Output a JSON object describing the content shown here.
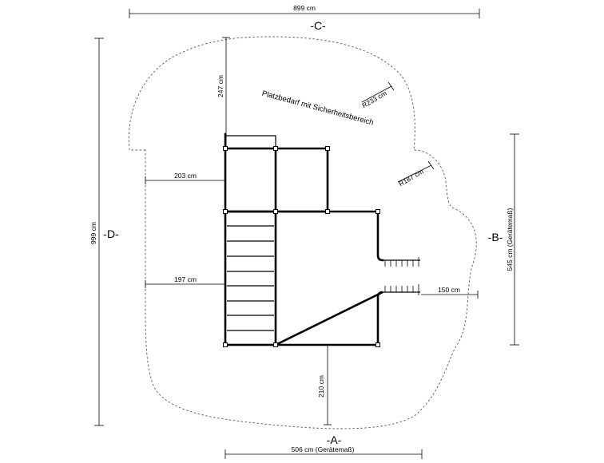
{
  "dimensions": {
    "top_width": "899 cm",
    "left_height": "999 cm",
    "right_height": "545 cm (Gerätemaß)",
    "bottom_width": "506 cm (Gerätemaß)",
    "top_clearance": "247 cm",
    "left_upper_clearance": "203 cm",
    "left_lower_clearance": "197 cm",
    "right_clearance": "150 cm",
    "bottom_clearance": "210 cm",
    "radius_upper": "R233 cm",
    "radius_lower": "R187 cm"
  },
  "sides": {
    "a": "-A-",
    "b": "-B-",
    "c": "-C-",
    "d": "-D-"
  },
  "area_label": "Platzbedarf mit Sicherheitsbereich"
}
